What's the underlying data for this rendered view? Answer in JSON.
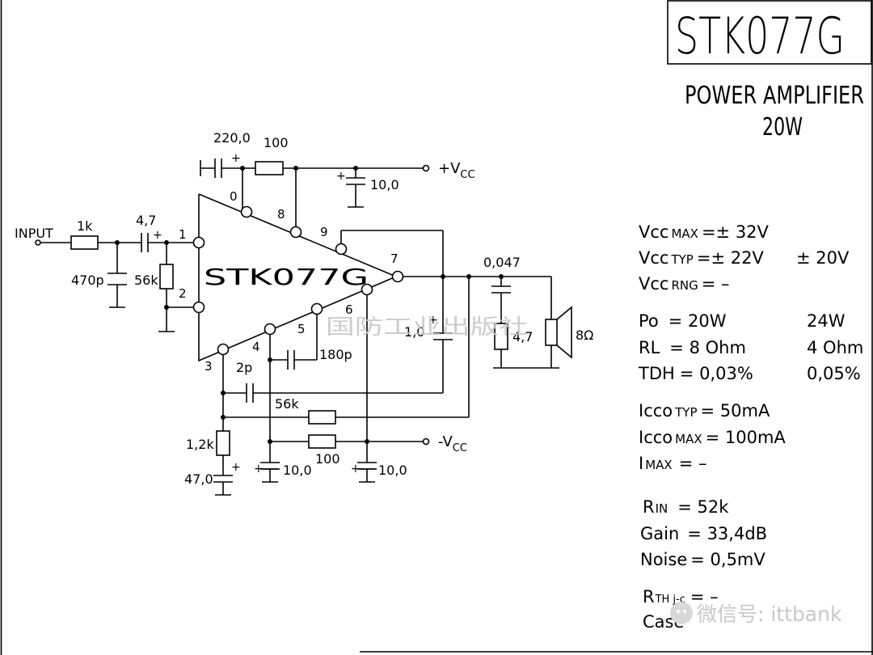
{
  "title": "STK077G",
  "subtitle": "POWER AMPLIFIER",
  "power_rating": "20W",
  "chip_label": "STK077G",
  "input_label": "INPUT",
  "vcc_pos": {
    "sign": "+V",
    "sub": "CC"
  },
  "vcc_neg": {
    "sign": "-V",
    "sub": "CC"
  },
  "components": {
    "c_220": "220,0",
    "r_100_top": "100",
    "c_10_top": "10,0",
    "r_1k": "1k",
    "c_4_7": "4,7",
    "c_470p": "470p",
    "r_56k_in": "56k",
    "c_0_047": "0,047",
    "r_4_7": "4,7",
    "speaker": "8Ω",
    "c_1_0": "1,0",
    "c_180p": "180p",
    "c_2p": "2p",
    "r_56k_fb": "56k",
    "r_1_2k": "1,2k",
    "c_47": "47,0",
    "r_100_bot": "100",
    "c_10_bot_a": "10,0",
    "c_10_bot_b": "10,0"
  },
  "pins": [
    "0",
    "1",
    "2",
    "3",
    "4",
    "5",
    "6",
    "7",
    "8",
    "9"
  ],
  "specs": {
    "vcc_max": {
      "name": "Vcc",
      "sub": "MAX",
      "value": "=± 32V"
    },
    "vcc_typ": {
      "name": "Vcc",
      "sub": "TYP",
      "value": "=± 22V",
      "alt": "± 20V"
    },
    "vcc_rng": {
      "name": "Vcc",
      "sub": "RNG",
      "value": "=   –"
    },
    "po": {
      "name": "Po",
      "value": "= 20W",
      "alt": "24W"
    },
    "rl": {
      "name": "RL",
      "value": "= 8 Ohm",
      "alt": "4 Ohm"
    },
    "tdh": {
      "name": "TDH",
      "value": "= 0,03%",
      "alt": "0,05%"
    },
    "icco_typ": {
      "name": "Icco",
      "sub": "TYP",
      "value": "= 50mA"
    },
    "icco_max": {
      "name": "Icco",
      "sub": "MAX",
      "value": "= 100mA"
    },
    "imax": {
      "name": "I",
      "sub": "MAX",
      "value": "=    –"
    },
    "rin": {
      "name": "R",
      "sub": "IN",
      "value": "= 52k"
    },
    "gain": {
      "name": "Gain",
      "value": "= 33,4dB"
    },
    "noise": {
      "name": "Noise",
      "value": "= 0,5mV"
    },
    "rth": {
      "name": "R",
      "sub": "TH j-c",
      "value": "= –"
    },
    "case": {
      "name": "Case",
      "value": ""
    }
  },
  "watermark_publisher": "国防工业出版社",
  "watermark_wechat": "微信号: ittbank"
}
